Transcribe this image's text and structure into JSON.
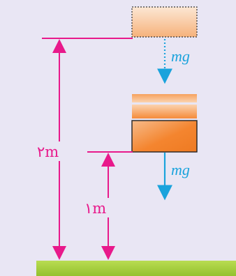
{
  "labels": {
    "force_top": "mg",
    "force_bottom": "mg",
    "height_tall": "٢m",
    "height_short": "١m"
  },
  "colors": {
    "background": "#e9e6f4",
    "dimension_lines": "#e8198b",
    "force_arrows": "#1aa3dc",
    "ground": "#a6cf3a",
    "block_fill": "#f79447",
    "block_outline": "#222222"
  }
}
